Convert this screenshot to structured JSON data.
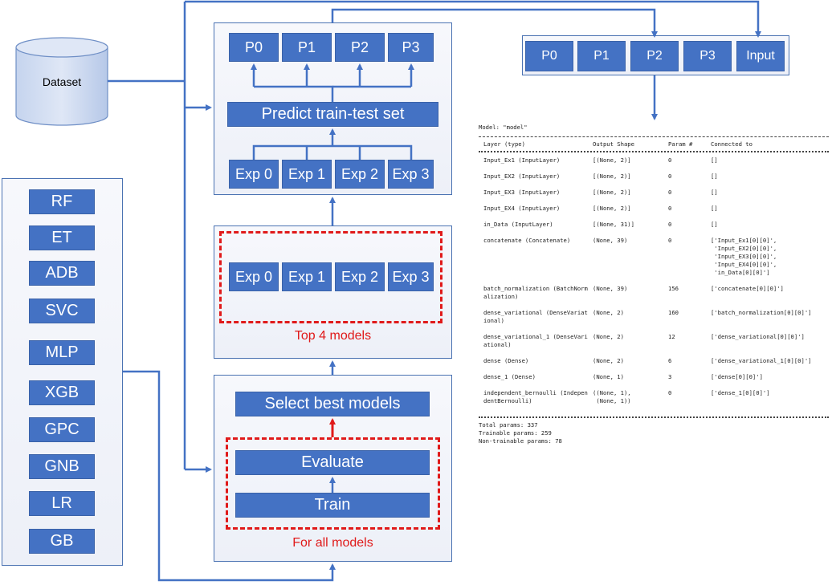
{
  "dataset": {
    "label": "Dataset"
  },
  "classifiers": [
    "RF",
    "ET",
    "ADB",
    "SVC",
    "MLP",
    "XGB",
    "GPC",
    "GNB",
    "LR",
    "GB"
  ],
  "predict_panel": {
    "predictions": [
      "P0",
      "P1",
      "P2",
      "P3"
    ],
    "predict_label": "Predict train-test set",
    "experts": [
      "Exp 0",
      "Exp 1",
      "Exp 2",
      "Exp 3"
    ]
  },
  "top_panel": {
    "experts": [
      "Exp 0",
      "Exp 1",
      "Exp 2",
      "Exp 3"
    ],
    "caption": "Top 4 models"
  },
  "train_panel": {
    "select_label": "Select best models",
    "evaluate_label": "Evaluate",
    "train_label": "Train",
    "caption": "For all models"
  },
  "input_bar": {
    "items": [
      "P0",
      "P1",
      "P2",
      "P3",
      "Input"
    ]
  },
  "model_summary": {
    "title": "Model: \"model\"",
    "headers": [
      "Layer (type)",
      "Output Shape",
      "Param #",
      "Connected to"
    ],
    "rows": [
      {
        "layer": "Input_Ex1 (InputLayer)",
        "shape": "[(None, 2)]",
        "params": "0",
        "connected": "[]"
      },
      {
        "layer": "Input_EX2 (InputLayer)",
        "shape": "[(None, 2)]",
        "params": "0",
        "connected": "[]"
      },
      {
        "layer": "Input_EX3 (InputLayer)",
        "shape": "[(None, 2)]",
        "params": "0",
        "connected": "[]"
      },
      {
        "layer": "Input_EX4 (InputLayer)",
        "shape": "[(None, 2)]",
        "params": "0",
        "connected": "[]"
      },
      {
        "layer": "in_Data (InputLayer)",
        "shape": "[(None, 31)]",
        "params": "0",
        "connected": "[]"
      },
      {
        "layer": "concatenate (Concatenate)",
        "shape": "(None, 39)",
        "params": "0",
        "connected": "['Input_Ex1[0][0]',\n 'Input_EX2[0][0]',\n 'Input_EX3[0][0]',\n 'Input_EX4[0][0]',\n 'in_Data[0][0]']"
      },
      {
        "layer": "batch_normalization (BatchNorm\nalization)",
        "shape": "(None, 39)",
        "params": "156",
        "connected": "['concatenate[0][0]']"
      },
      {
        "layer": "dense_variational (DenseVariat\nional)",
        "shape": "(None, 2)",
        "params": "160",
        "connected": "['batch_normalization[0][0]']"
      },
      {
        "layer": "dense_variational_1 (DenseVari\national)",
        "shape": "(None, 2)",
        "params": "12",
        "connected": "['dense_variational[0][0]']"
      },
      {
        "layer": "dense (Dense)",
        "shape": "(None, 2)",
        "params": "6",
        "connected": "['dense_variational_1[0][0]']"
      },
      {
        "layer": "dense_1 (Dense)",
        "shape": "(None, 1)",
        "params": "3",
        "connected": "['dense[0][0]']"
      },
      {
        "layer": "independent_bernoulli (Indepen\ndentBernoulli)",
        "shape": "((None, 1),\n (None, 1))",
        "params": "0",
        "connected": "['dense_1[0][0]']"
      }
    ],
    "totals": [
      "Total params: 337",
      "Trainable params: 259",
      "Non-trainable params: 78"
    ]
  },
  "colors": {
    "box_fill": "#4472c4",
    "panel_border": "#4a72b2",
    "dashed_red": "#e01a1a",
    "arrow": "#4472c4"
  }
}
